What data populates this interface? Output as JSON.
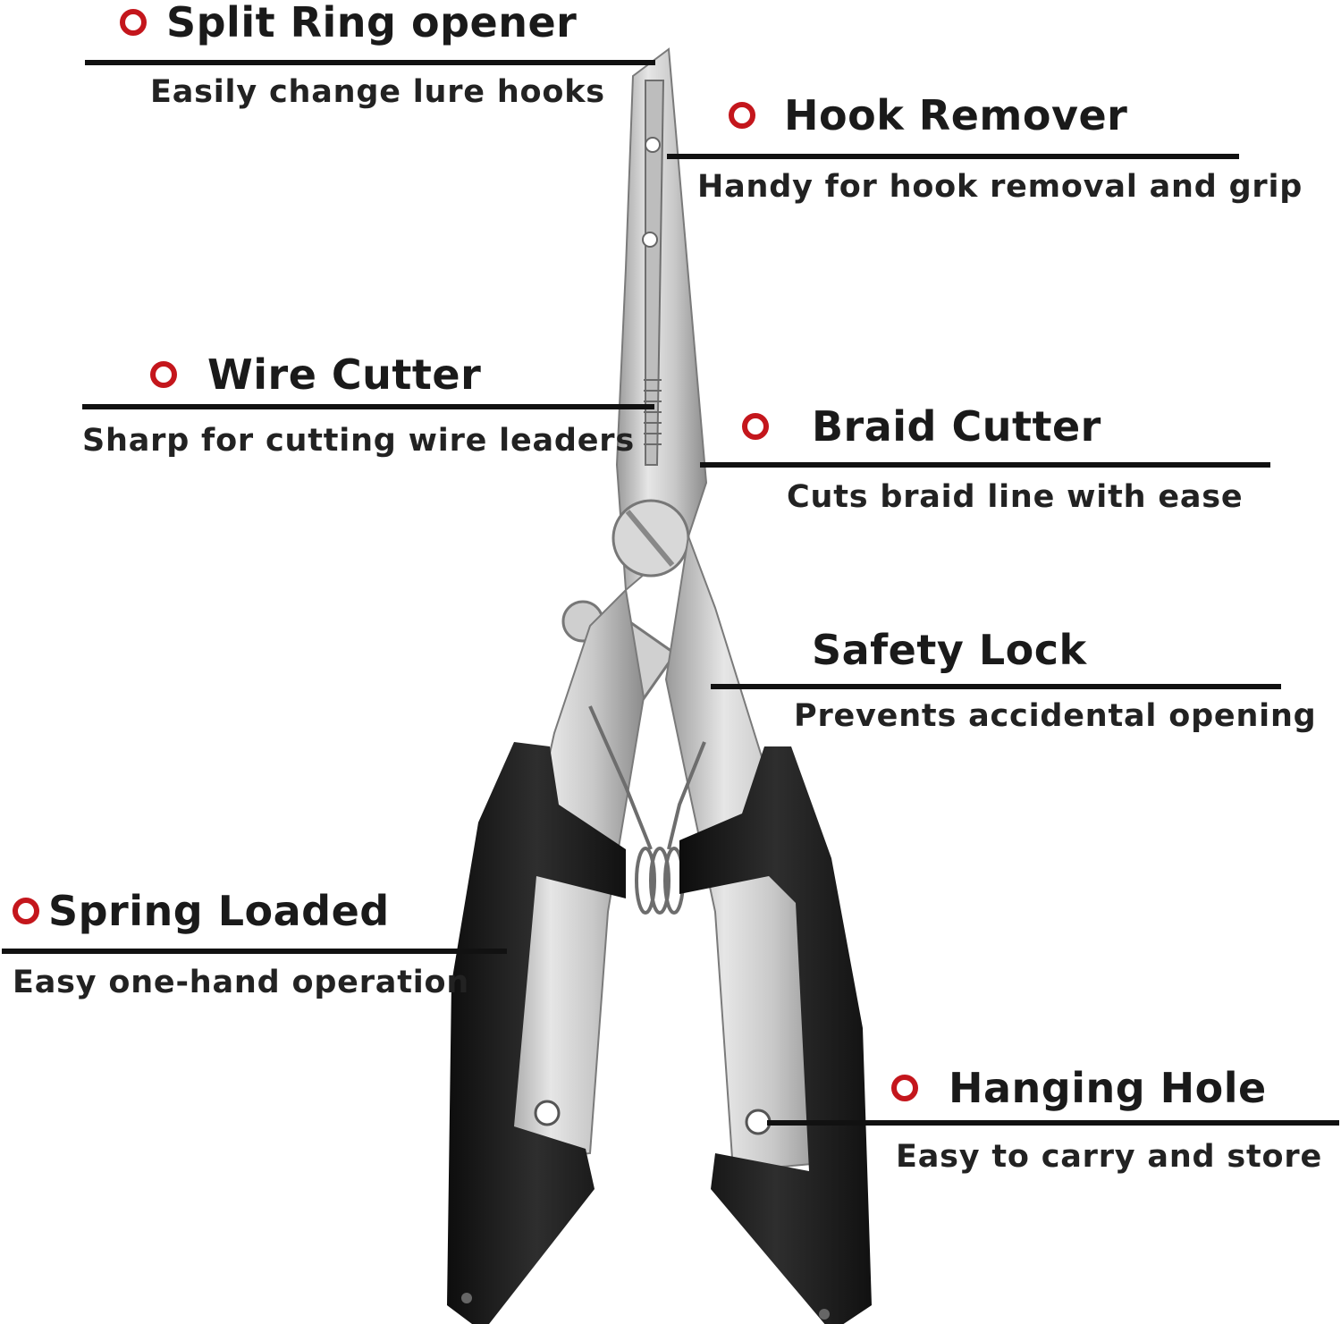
{
  "colors": {
    "marker": "#c4161c",
    "rule": "#111111",
    "handle": "#1c1c1c",
    "steel": "#cfcfcf"
  },
  "icons": {
    "marker": "red-ring-marker",
    "product": "fishing-pliers-illustration"
  },
  "callouts": [
    {
      "id": "split-ring-opener",
      "title": "Split Ring opener",
      "description": "Easily change lure hooks"
    },
    {
      "id": "hook-remover",
      "title": "Hook Remover",
      "description": "Handy for hook removal and grip"
    },
    {
      "id": "wire-cutter",
      "title": "Wire Cutter",
      "description": "Sharp for cutting wire leaders"
    },
    {
      "id": "braid-cutter",
      "title": "Braid Cutter",
      "description": "Cuts braid line with ease"
    },
    {
      "id": "safety-lock",
      "title": "Safety Lock",
      "description": "Prevents accidental opening"
    },
    {
      "id": "spring-loaded",
      "title": "Spring Loaded",
      "description": "Easy one-hand operation"
    },
    {
      "id": "hanging-hole",
      "title": "Hanging Hole",
      "description": "Easy to carry and store"
    }
  ]
}
